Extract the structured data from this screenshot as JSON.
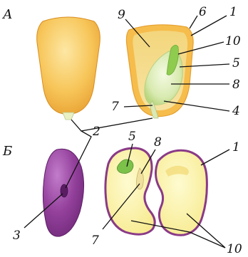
{
  "section_labels": {
    "top": "А",
    "bottom": "Б"
  },
  "callouts": {
    "maize": {
      "n9": "9",
      "n6": "6",
      "n1": "1",
      "n10": "10",
      "n5": "5",
      "n8": "8",
      "n7": "7",
      "n4": "4",
      "n2": "2"
    },
    "bean": {
      "n5": "5",
      "n8": "8",
      "n1": "1",
      "n3": "3",
      "n7": "7",
      "n10": "10"
    }
  },
  "colors": {
    "maize_outer": "#f5b642",
    "maize_light": "#fde29a",
    "maize_section_fill": "#f2d77e",
    "embryo_green": "#a6d66a",
    "embryo_pale": "#e2f1c4",
    "bean_purple": "#8e3e97",
    "bean_purple_dark": "#6f2a78",
    "cotyledon_fill": "#fbf3a6",
    "cotyledon_edge": "#8a3a87"
  }
}
